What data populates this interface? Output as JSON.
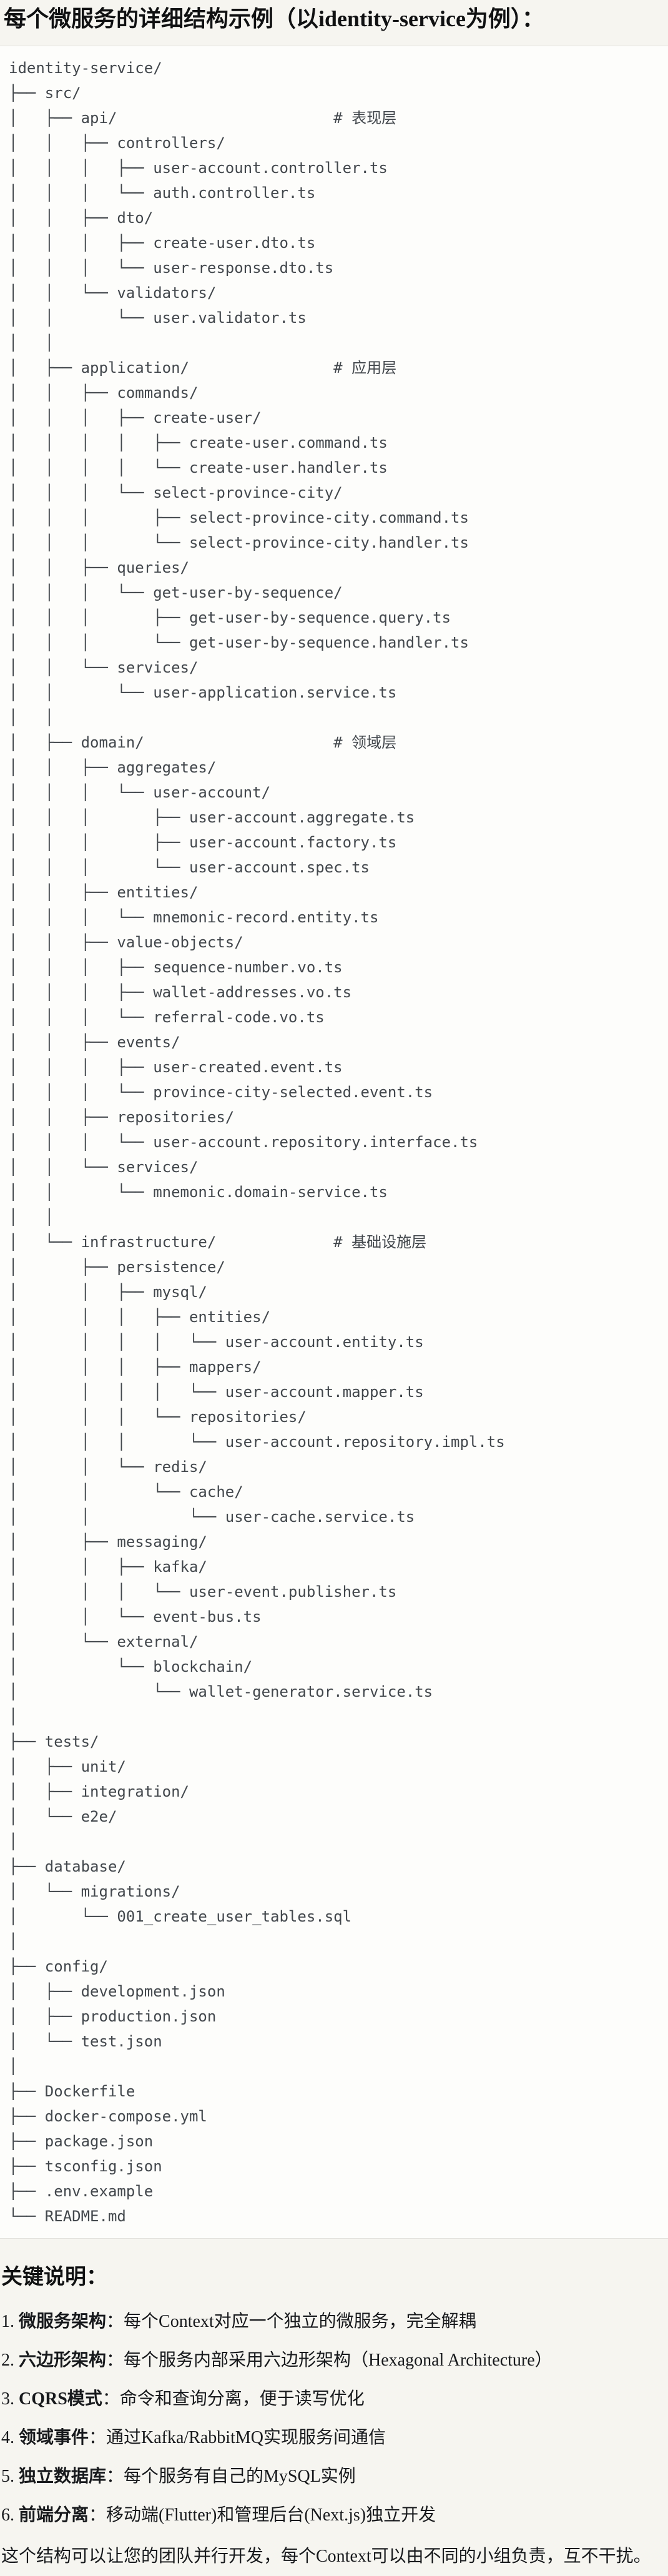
{
  "title": "每个微服务的详细结构示例（以identity-service为例）：",
  "tree": {
    "lines": [
      "identity-service/",
      "├── src/",
      "│   ├── api/                        # 表现层",
      "│   │   ├── controllers/",
      "│   │   │   ├── user-account.controller.ts",
      "│   │   │   └── auth.controller.ts",
      "│   │   ├── dto/",
      "│   │   │   ├── create-user.dto.ts",
      "│   │   │   └── user-response.dto.ts",
      "│   │   └── validators/",
      "│   │       └── user.validator.ts",
      "│   │",
      "│   ├── application/                # 应用层",
      "│   │   ├── commands/",
      "│   │   │   ├── create-user/",
      "│   │   │   │   ├── create-user.command.ts",
      "│   │   │   │   └── create-user.handler.ts",
      "│   │   │   └── select-province-city/",
      "│   │   │       ├── select-province-city.command.ts",
      "│   │   │       └── select-province-city.handler.ts",
      "│   │   ├── queries/",
      "│   │   │   └── get-user-by-sequence/",
      "│   │   │       ├── get-user-by-sequence.query.ts",
      "│   │   │       └── get-user-by-sequence.handler.ts",
      "│   │   └── services/",
      "│   │       └── user-application.service.ts",
      "│   │",
      "│   ├── domain/                     # 领域层",
      "│   │   ├── aggregates/",
      "│   │   │   └── user-account/",
      "│   │   │       ├── user-account.aggregate.ts",
      "│   │   │       ├── user-account.factory.ts",
      "│   │   │       └── user-account.spec.ts",
      "│   │   ├── entities/",
      "│   │   │   └── mnemonic-record.entity.ts",
      "│   │   ├── value-objects/",
      "│   │   │   ├── sequence-number.vo.ts",
      "│   │   │   ├── wallet-addresses.vo.ts",
      "│   │   │   └── referral-code.vo.ts",
      "│   │   ├── events/",
      "│   │   │   ├── user-created.event.ts",
      "│   │   │   └── province-city-selected.event.ts",
      "│   │   ├── repositories/",
      "│   │   │   └── user-account.repository.interface.ts",
      "│   │   └── services/",
      "│   │       └── mnemonic.domain-service.ts",
      "│   │",
      "│   └── infrastructure/             # 基础设施层",
      "│       ├── persistence/",
      "│       │   ├── mysql/",
      "│       │   │   ├── entities/",
      "│       │   │   │   └── user-account.entity.ts",
      "│       │   │   ├── mappers/",
      "│       │   │   │   └── user-account.mapper.ts",
      "│       │   │   └── repositories/",
      "│       │   │       └── user-account.repository.impl.ts",
      "│       │   └── redis/",
      "│       │       └── cache/",
      "│       │           └── user-cache.service.ts",
      "│       ├── messaging/",
      "│       │   ├── kafka/",
      "│       │   │   └── user-event.publisher.ts",
      "│       │   └── event-bus.ts",
      "│       └── external/",
      "│           └── blockchain/",
      "│               └── wallet-generator.service.ts",
      "│",
      "├── tests/",
      "│   ├── unit/",
      "│   ├── integration/",
      "│   └── e2e/",
      "│",
      "├── database/",
      "│   └── migrations/",
      "│       └── 001_create_user_tables.sql",
      "│",
      "├── config/",
      "│   ├── development.json",
      "│   ├── production.json",
      "│   └── test.json",
      "│",
      "├── Dockerfile",
      "├── docker-compose.yml",
      "├── package.json",
      "├── tsconfig.json",
      "├── .env.example",
      "└── README.md"
    ]
  },
  "notes": {
    "heading": "关键说明：",
    "items": [
      {
        "num": "1. ",
        "term": "微服务架构",
        "rest": "：每个Context对应一个独立的微服务，完全解耦"
      },
      {
        "num": "2. ",
        "term": "六边形架构",
        "rest": "：每个服务内部采用六边形架构（Hexagonal Architecture）"
      },
      {
        "num": "3. ",
        "term": "CQRS模式",
        "rest": "：命令和查询分离，便于读写优化"
      },
      {
        "num": "4. ",
        "term": "领域事件",
        "rest": "：通过Kafka/RabbitMQ实现服务间通信"
      },
      {
        "num": "5. ",
        "term": "独立数据库",
        "rest": "：每个服务有自己的MySQL实例"
      },
      {
        "num": "6. ",
        "term": "前端分离",
        "rest": "：移动端(Flutter)和管理后台(Next.js)独立开发"
      }
    ],
    "footer": "这个结构可以让您的团队并行开发，每个Context可以由不同的小组负责，互不干扰。"
  },
  "colors": {
    "page_bg": "#f6f5f0",
    "code_bg": "#fdfdfb",
    "code_border": "#e3e2dd",
    "tree_text": "#42474c",
    "body_text": "#17191c"
  }
}
